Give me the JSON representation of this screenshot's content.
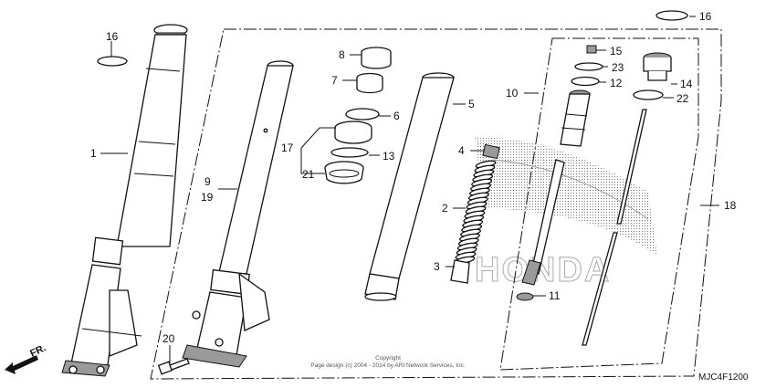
{
  "callouts": {
    "c1": "1",
    "c2": "2",
    "c3": "3",
    "c4": "4",
    "c5": "5",
    "c6": "6",
    "c7": "7",
    "c8": "8",
    "c9": "9",
    "c10": "10",
    "c11": "11",
    "c12": "12",
    "c13": "13",
    "c14": "14",
    "c15": "15",
    "c16a": "16",
    "c16b": "16",
    "c17": "17",
    "c18": "18",
    "c19": "19",
    "c20": "20",
    "c21": "21",
    "c22": "22",
    "c23": "23"
  },
  "copyright": {
    "line1": "Copyright",
    "line2": "Page design (c) 2004 - 2014 by ARI Network Services, Inc."
  },
  "direction_label": "FR.",
  "diagram_code": "MJC4F1200",
  "watermark_text": "HONDA",
  "colors": {
    "ink": "#111111",
    "dotted": "#9a9a9a",
    "paper": "#ffffff"
  }
}
